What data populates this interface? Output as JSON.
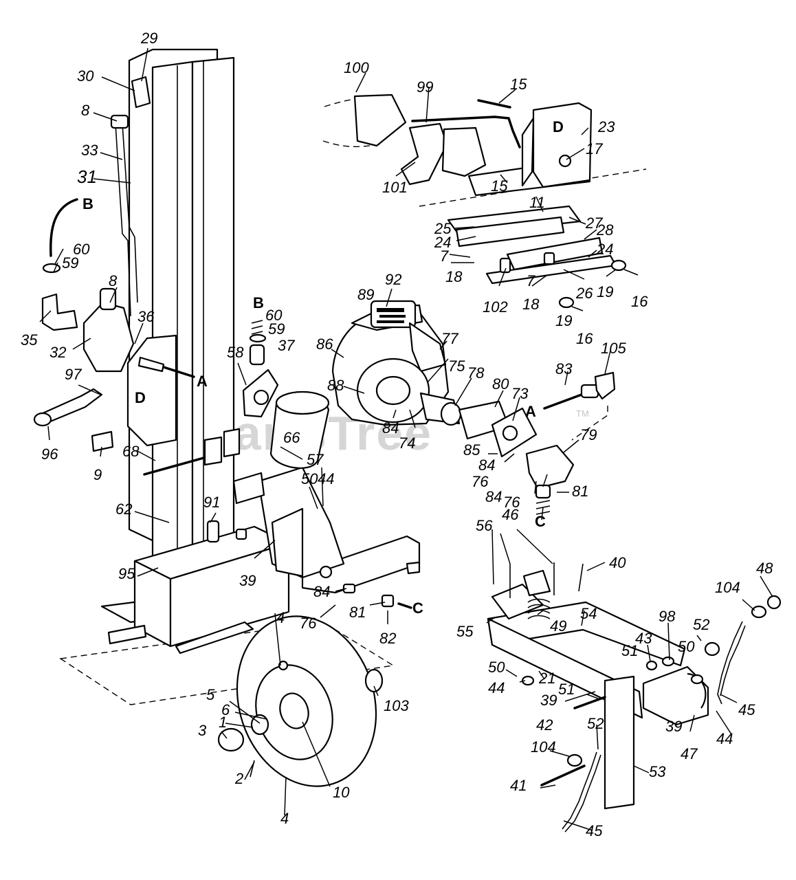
{
  "watermark": {
    "text": "PartsTree",
    "tm": "TM"
  },
  "callouts": [
    "29",
    "30",
    "8",
    "33",
    "31",
    "B",
    "60",
    "59",
    "35",
    "32",
    "8",
    "36",
    "97",
    "96",
    "9",
    "68",
    "62",
    "95",
    "91",
    "39",
    "58",
    "B",
    "60",
    "59",
    "37",
    "A",
    "66",
    "57",
    "50",
    "44",
    "100",
    "99",
    "15",
    "23",
    "17",
    "101",
    "15",
    "11",
    "25",
    "24",
    "27",
    "28",
    "24",
    "7",
    "18",
    "102",
    "7",
    "18",
    "26",
    "19",
    "16",
    "19",
    "16",
    "92",
    "89",
    "86",
    "77",
    "75",
    "78",
    "80",
    "73",
    "88",
    "84",
    "74",
    "83",
    "105",
    "A",
    "85",
    "84",
    "79",
    "76",
    "84",
    "76",
    "81",
    "C",
    "84",
    "81",
    "82",
    "C",
    "76",
    "4",
    "103",
    "5",
    "6",
    "1",
    "3",
    "2",
    "10",
    "4",
    "56",
    "46",
    "40",
    "48",
    "104",
    "55",
    "49",
    "54",
    "98",
    "52",
    "43",
    "51",
    "50",
    "21",
    "50",
    "44",
    "51",
    "39",
    "42",
    "52",
    "104",
    "47",
    "39",
    "44",
    "45",
    "41",
    "53",
    "45"
  ]
}
